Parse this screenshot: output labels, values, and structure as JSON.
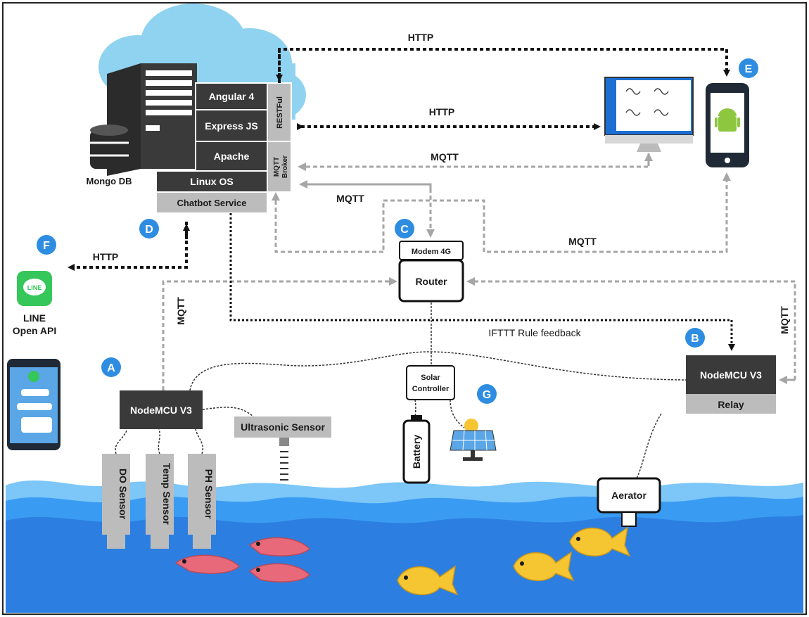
{
  "colors": {
    "cloud": "#8fd3f0",
    "water_dark": "#2c7fe0",
    "water_mid": "#3a9bf2",
    "water_light": "#7cc6f8",
    "badge": "#2e8de0",
    "dark_box": "#3a3a3a",
    "mid_box": "#4a4a4a",
    "light_box": "#bcbcbc",
    "arrow_black": "#111111",
    "arrow_grey": "#a6a6a6",
    "line_green": "#35c759",
    "android_green": "#8dc63f",
    "fish": "#f6c532",
    "shrimp": "#e86a7a"
  },
  "server": {
    "stack": [
      "Angular 4",
      "Express JS",
      "Apache"
    ],
    "os": "Linux OS",
    "chatbot": "Chatbot Service",
    "restful": "RESTFul",
    "mqtt_broker_1": "MQTT",
    "mqtt_broker_2": "Broker",
    "db": "Mongo DB"
  },
  "badges": [
    "A",
    "B",
    "C",
    "D",
    "E",
    "F",
    "G"
  ],
  "labels": {
    "http_top": "HTTP",
    "http_mid": "HTTP",
    "http_line": "HTTP",
    "mqtt_top": "MQTT",
    "mqtt_mid": "MQTT",
    "mqtt_right": "MQTT",
    "mqtt_left": "MQTT",
    "mqtt_vert": "MQTT",
    "ifttt": "IFTTT Rule feedback"
  },
  "network": {
    "modem": "Modem 4G",
    "router": "Router"
  },
  "line": {
    "logo": "LINE",
    "name_1": "LINE",
    "name_2": "Open API"
  },
  "node_a": "NodeMCU V3",
  "node_b": "NodeMCU V3",
  "relay": "Relay",
  "sensors": {
    "do": "DO Sensor",
    "temp": "Temp Sensor",
    "ph": "PH Sensor",
    "ultrasonic": "Ultrasonic Sensor"
  },
  "power": {
    "solar_1": "Solar",
    "solar_2": "Controller",
    "battery": "Battery"
  },
  "aerator": "Aerator"
}
